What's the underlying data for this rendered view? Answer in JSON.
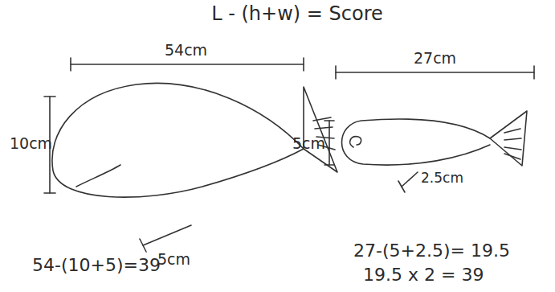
{
  "diagram": {
    "title": "L - (h+w) = Score",
    "labels": [
      "54cm",
      "10cm",
      "5cm",
      "54-(10+5)=39",
      "27cm",
      "5cm",
      "2.5cm",
      "27-(5+2.5)= 19.5",
      "19.5 x 2 = 39"
    ]
  }
}
